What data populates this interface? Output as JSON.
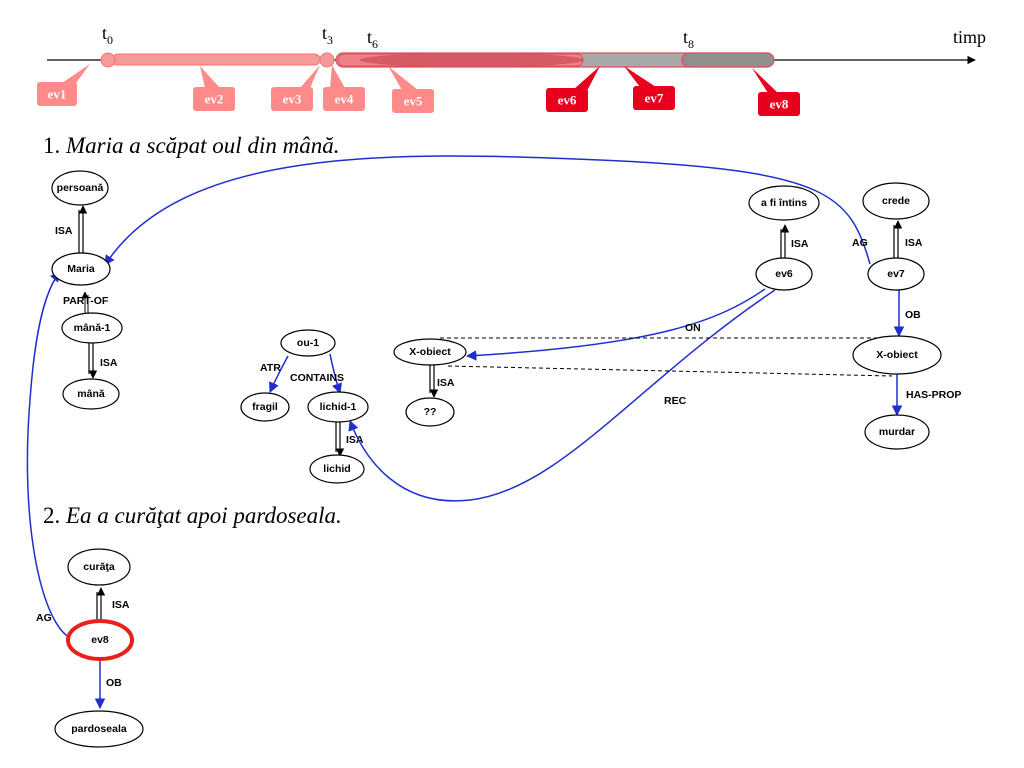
{
  "timeline": {
    "axis_label": "timp",
    "ticks": [
      {
        "base": "t",
        "sub": "0"
      },
      {
        "base": "t",
        "sub": "3"
      },
      {
        "base": "t",
        "sub": "6"
      },
      {
        "base": "t",
        "sub": "8"
      }
    ],
    "events": [
      "ev1",
      "ev2",
      "ev3",
      "ev4",
      "ev5",
      "ev6",
      "ev7",
      "ev8"
    ]
  },
  "sentences": {
    "s1": {
      "number": "1.",
      "text": "Maria a scăpat oul din mână."
    },
    "s2": {
      "number": "2.",
      "text": "Ea a curăţat apoi pardoseala."
    }
  },
  "nodes": {
    "persoana": "persoană",
    "maria": "Maria",
    "mana1": "mână-1",
    "mana": "mână",
    "ou1": "ou-1",
    "fragil": "fragil",
    "lichid1": "lichid-1",
    "lichid": "lichid",
    "xobiect1": "X-obiect",
    "qq": "??",
    "afiintins": "a fi întins",
    "ev6": "ev6",
    "crede": "crede",
    "ev7": "ev7",
    "xobiect2": "X-obiect",
    "murdar": "murdar",
    "curata": "curăţa",
    "ev8": "ev8",
    "pardoseala": "pardoseala"
  },
  "edge_labels": {
    "isa_persoana": "ISA",
    "part_of": "PART-OF",
    "isa_mana": "ISA",
    "atr": "ATR",
    "contains": "CONTAINS",
    "isa_lichid": "ISA",
    "isa_qq": "ISA",
    "isa_afiintins": "ISA",
    "on": "ON",
    "rec": "REC",
    "ag_ev7": "AG",
    "isa_crede": "ISA",
    "ob_ev7": "OB",
    "has_prop": "HAS-PROP",
    "ag_ev8": "AG",
    "isa_curata": "ISA",
    "ob_ev8": "OB"
  },
  "colors": {
    "arc_blue": "#1f2fcf",
    "event_light": "#ff8a8a",
    "event_light_fill": "#f59a9a",
    "event_dark": "#e8001c",
    "event_gray": "#a8a8a8",
    "highlight_ring": "#e8201c"
  }
}
